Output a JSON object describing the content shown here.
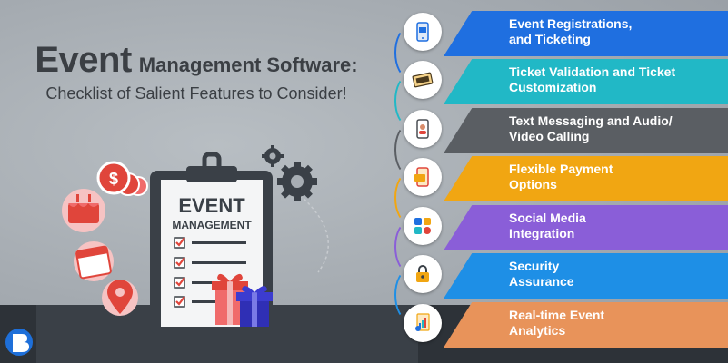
{
  "header": {
    "title_big": "Event",
    "title_rest": "Management Software:",
    "subtitle": "Checklist of Salient Features to Consider!"
  },
  "clipboard": {
    "line1": "EVENT",
    "line2": "MANAGEMENT"
  },
  "features": [
    {
      "label": "Event Registrations,\nand Ticketing",
      "color": "#1f6fe0",
      "icon": "mobile-ticket-icon"
    },
    {
      "label": "Ticket Validation and Ticket\nCustomization",
      "color": "#21b8c6",
      "icon": "ticket-icon"
    },
    {
      "label": "Text Messaging and Audio/\nVideo Calling",
      "color": "#5a5e63",
      "icon": "video-call-icon"
    },
    {
      "label": "Flexible Payment\nOptions",
      "color": "#f1a612",
      "icon": "payment-card-icon"
    },
    {
      "label": "Social Media\nIntegration",
      "color": "#8a5ed8",
      "icon": "social-media-icon"
    },
    {
      "label": "Security\nAssurance",
      "color": "#1e8fe6",
      "icon": "lock-icon"
    },
    {
      "label": "Real-time Event\nAnalytics",
      "color": "#e8935a",
      "icon": "analytics-icon"
    }
  ],
  "colors": {
    "title": "#3b3f44",
    "clipboard_frame": "#3a4047",
    "check": "#e0453b"
  }
}
